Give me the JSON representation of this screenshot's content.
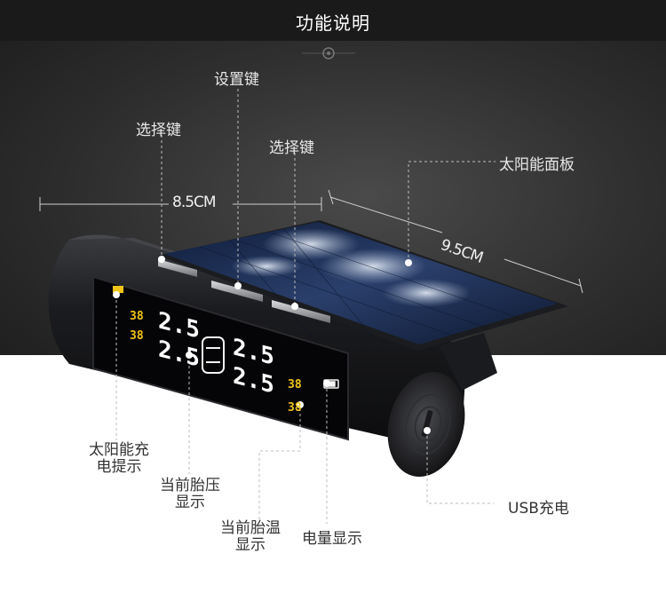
{
  "title": "功能说明",
  "labels": {
    "set_key": "设置键",
    "select_key_left": "选择键",
    "select_key_right": "选择键",
    "solar_panel": "太阳能面板",
    "solar_charge_line1": "太阳能充",
    "solar_charge_line2": "电提示",
    "tire_pressure_line1": "当前胎压",
    "tire_pressure_line2": "显示",
    "tire_temp_line1": "当前胎温",
    "tire_temp_line2": "显示",
    "battery_display": "电量显示",
    "usb_charge": "USB充电"
  },
  "dimensions": {
    "width": "8.5CM",
    "length": "9.5CM"
  },
  "lcd": {
    "left_small_top": "38",
    "left_small_bottom": "38",
    "left_big_top": "2.5",
    "left_big_bottom": "2.5",
    "right_big_top": "2.5",
    "right_big_bottom": "2.5",
    "right_small_top": "38",
    "right_small_bottom": "38"
  }
}
